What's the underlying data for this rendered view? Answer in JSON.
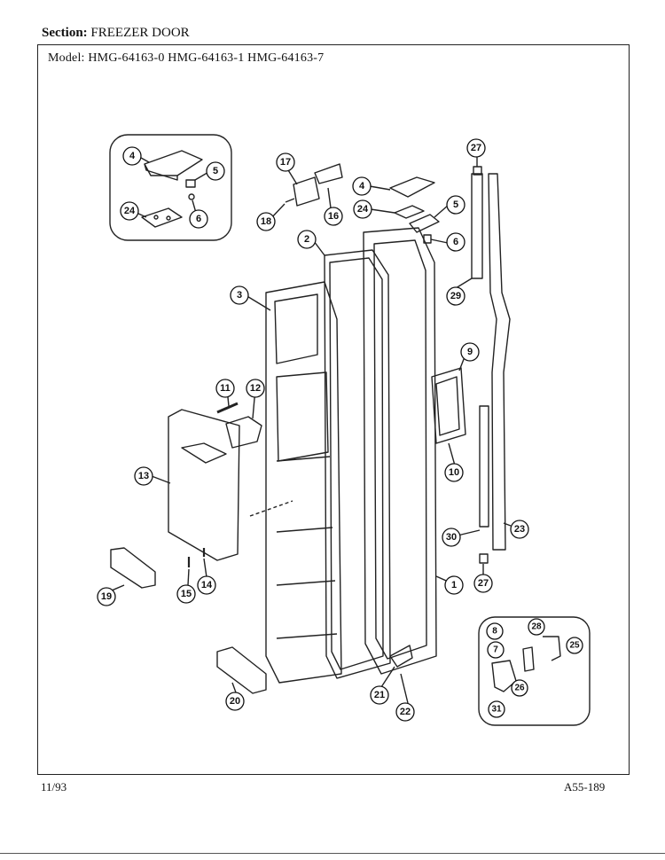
{
  "header": {
    "section_label": "Section:",
    "section_value": "FREEZER DOOR",
    "model_label": "Model:",
    "models": "HMG-64163-0  HMG-64163-1  HMG-64163-7"
  },
  "footer": {
    "date": "11/93",
    "page_code": "A55-189"
  },
  "callouts": [
    "1",
    "2",
    "3",
    "4",
    "5",
    "6",
    "7",
    "8",
    "9",
    "10",
    "11",
    "12",
    "13",
    "14",
    "15",
    "16",
    "17",
    "18",
    "19",
    "20",
    "21",
    "22",
    "23",
    "24",
    "25",
    "26",
    "27",
    "28",
    "29",
    "30",
    "31"
  ]
}
